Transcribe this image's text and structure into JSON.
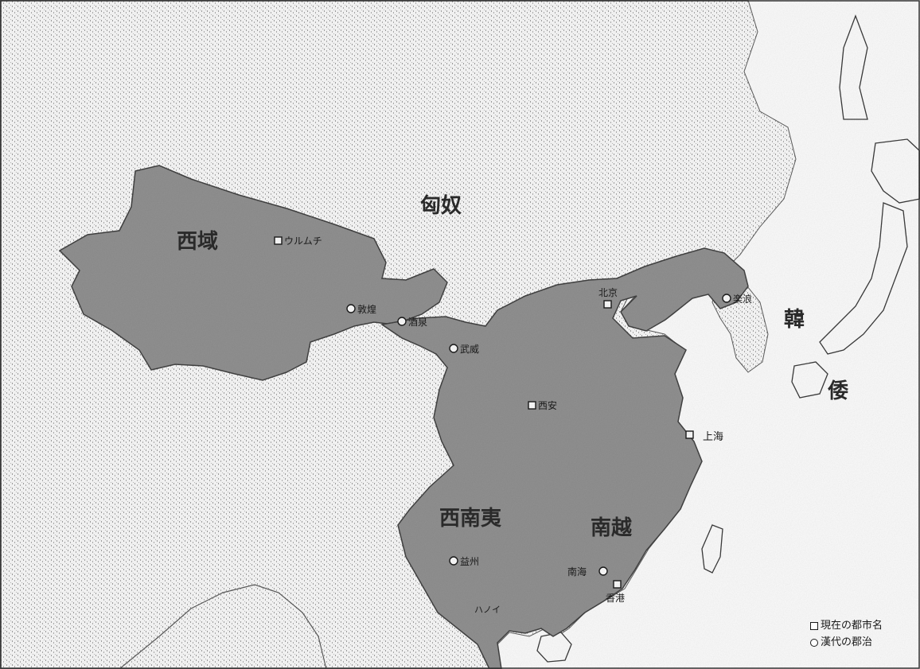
{
  "map": {
    "regions": [
      {
        "id": "xiongnu",
        "label": "匈奴"
      },
      {
        "id": "xiyu",
        "label": "西域"
      },
      {
        "id": "xinanyi",
        "label": "西南夷"
      },
      {
        "id": "nanyue",
        "label": "南越"
      },
      {
        "id": "han",
        "label": "韓"
      },
      {
        "id": "wa",
        "label": "倭"
      }
    ],
    "modern_cities": [
      {
        "id": "urumqi",
        "label": "ウルムチ"
      },
      {
        "id": "beijing",
        "label": "北京"
      },
      {
        "id": "xian",
        "label": "西安"
      },
      {
        "id": "shanghai",
        "label": "上海"
      },
      {
        "id": "hongkong",
        "label": "香港"
      }
    ],
    "han_seats": [
      {
        "id": "dunhuang",
        "label": "敦煌"
      },
      {
        "id": "jiuquan",
        "label": "酒泉"
      },
      {
        "id": "wuwei",
        "label": "武威"
      },
      {
        "id": "lelang",
        "label": "楽浪"
      },
      {
        "id": "yizhou",
        "label": "益州"
      },
      {
        "id": "nanhai",
        "label": "南海"
      }
    ],
    "other_labels": [
      {
        "id": "hanoi",
        "label": "ハノイ"
      }
    ]
  },
  "legend": {
    "modern_city": "現在の都市名",
    "han_seat": "漢代の郡治"
  },
  "colors": {
    "paper": "#f6f6f6",
    "han_territory": "#8a8a8a",
    "stipple": "#9a9a9a",
    "ink": "#1a1a1a"
  }
}
